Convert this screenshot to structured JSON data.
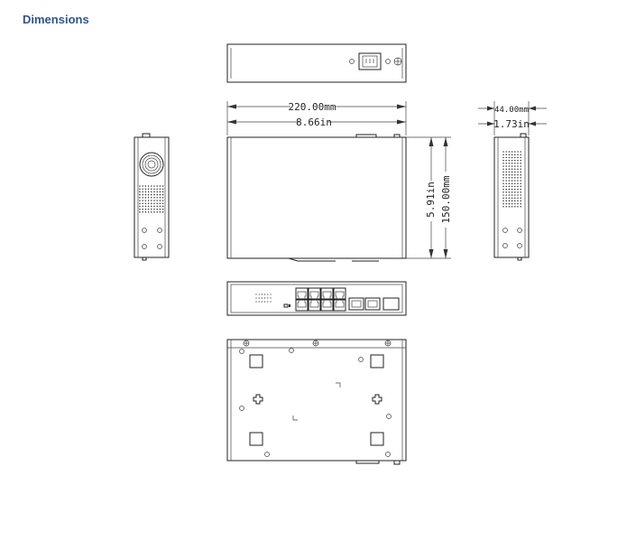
{
  "heading": "Dimensions",
  "dimensions": {
    "width_mm": "220.00mm",
    "width_in": "8.66in",
    "depth_in": "5.91in",
    "depth_mm": "150.00mm",
    "height_mm": "44.00mm",
    "height_in": "1.73in"
  }
}
